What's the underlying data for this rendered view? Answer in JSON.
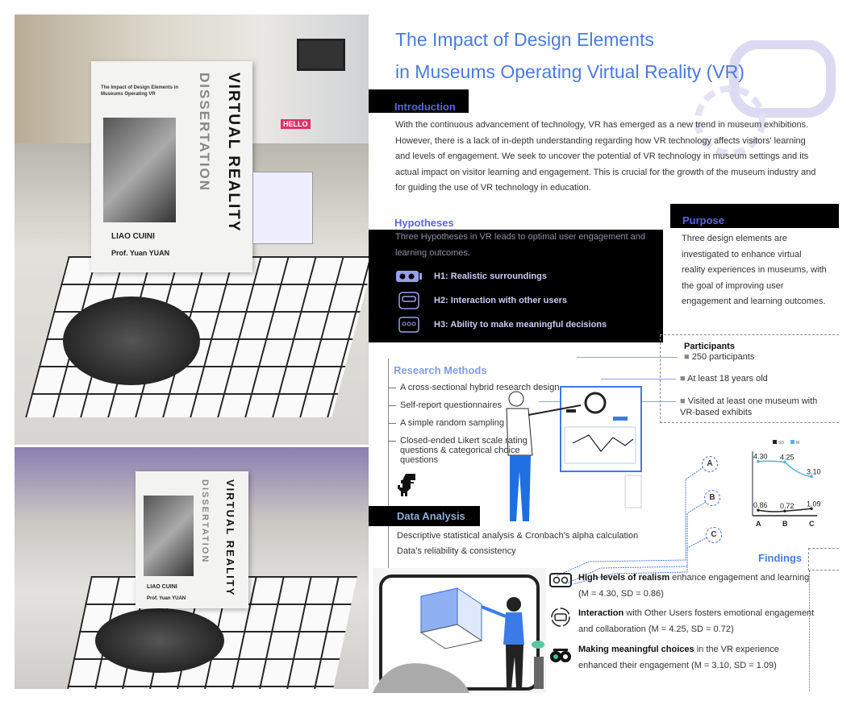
{
  "photos": {
    "book": {
      "cover_title": "The Impact of Design Elements in Museums Operating VR",
      "spine_1": "VIRTUAL REALITY",
      "spine_2": "DISSERTATION",
      "author": "LIAO CUINI",
      "supervisor": "Prof. Yuan YUAN"
    },
    "sign": "HELLO"
  },
  "poster": {
    "title_line1": "The Impact of Design Elements",
    "title_line2": "in Museums Operating Virtual Reality (VR)",
    "introduction": {
      "heading": "Introduction",
      "text": "With the continuous advancement of technology, VR has emerged as a new trend in museum exhibitions. However, there is a lack of in-depth understanding regarding how VR technology affects visitors' learning and levels of engagement. We seek to uncover the potential of VR technology in museum settings and its actual impact on visitor learning and engagement. This is crucial for the growth of the museum industry and for guiding the use of VR technology in education."
    },
    "hypotheses": {
      "heading": "Hypotheses",
      "intro": "Three Hypotheses in VR leads to optimal user engagement and learning outcomes.",
      "items": [
        {
          "icon": "vr-headset-icon",
          "label": "H1: Realistic surroundings"
        },
        {
          "icon": "vr-user-icon",
          "label": "H2: Interaction with other users"
        },
        {
          "icon": "vr-goggles-icon",
          "label": "H3: Ability to make meaningful decisions"
        }
      ]
    },
    "purpose": {
      "heading": "Purpose",
      "text": "Three design elements are investigated to enhance virtual reality experiences in museums, with the goal of improving user engagement and learning outcomes."
    },
    "participants": {
      "heading": "Participants",
      "items": [
        "250 participants",
        "At least 18 years old",
        "Visited at least one museum with VR-based exhibits"
      ]
    },
    "research_methods": {
      "heading": "Research Methods",
      "items": [
        "A cross-sectional hybrid research design",
        "Self-report questionnaires",
        "A simple random sampling",
        "Closed-ended Likert scale rating questions & categorical choice questions"
      ]
    },
    "data_analysis": {
      "heading": "Data Analysis",
      "items": [
        "Descriptive statistical analysis & Cronbach's alpha calculation",
        "Data's reliability & consistency"
      ]
    },
    "markers": [
      "A",
      "B",
      "C"
    ],
    "findings": {
      "heading": "Findings",
      "items": [
        {
          "bold": "High levels of realism",
          "rest": " enhance engagement and learning (M = 4.30, SD = 0.86)"
        },
        {
          "bold": "Interaction",
          "rest": " with Other Users fosters emotional engagement and collaboration (M = 4.25, SD = 0.72)"
        },
        {
          "bold": "Making meaningful choices",
          "rest": " in the VR experience enhanced their engagement (M = 3.10, SD = 1.09)"
        }
      ]
    }
  },
  "chart_data": {
    "type": "line",
    "categories": [
      "A",
      "B",
      "C"
    ],
    "series": [
      {
        "name": "M",
        "values": [
          4.3,
          4.25,
          3.1
        ],
        "color": "#4fb3e8"
      },
      {
        "name": "SD",
        "values": [
          0.86,
          0.72,
          1.09
        ],
        "color": "#222222"
      }
    ],
    "legend": [
      "SD",
      "M"
    ],
    "legend_placement": "top-right",
    "ylim": [
      0,
      4.6
    ]
  },
  "colors": {
    "accent": "#4a7be0",
    "heading": "#5966e0",
    "box": "#000000"
  }
}
